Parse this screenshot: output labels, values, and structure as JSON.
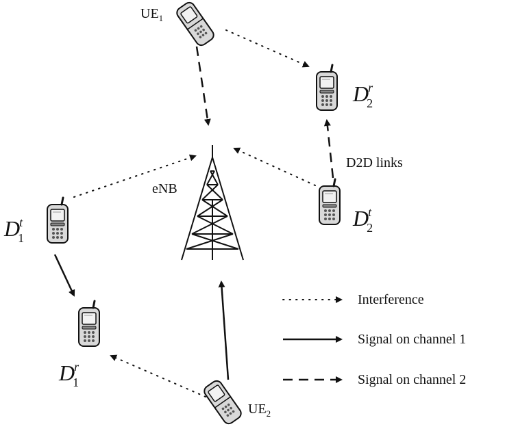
{
  "nodes": {
    "ue1": {
      "main": "UE",
      "sub": "1"
    },
    "ue2": {
      "main": "UE",
      "sub": "2"
    },
    "enb": "eNB",
    "d2r": {
      "main": "D",
      "sub": "2",
      "sup": "r"
    },
    "d2t": {
      "main": "D",
      "sub": "2",
      "sup": "t"
    },
    "d1t": {
      "main": "D",
      "sub": "1",
      "sup": "t"
    },
    "d1r": {
      "main": "D",
      "sub": "1",
      "sup": "r"
    }
  },
  "annotations": {
    "d2d_links": "D2D links"
  },
  "legend": {
    "interference": "Interference",
    "signal_ch1": "Signal on channel 1",
    "signal_ch2": "Signal on channel 2"
  },
  "colors": {
    "line": "#111111",
    "phone_body": "#d9d9d9",
    "phone_screen": "#f2f2f2"
  }
}
